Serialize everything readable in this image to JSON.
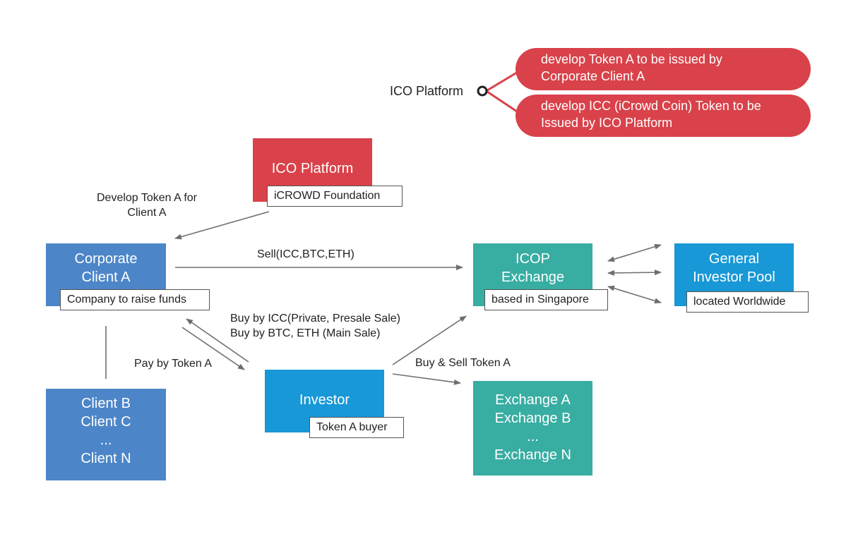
{
  "legend": {
    "label": "ICO Platform",
    "items": [
      [
        "develop Token A to be issued by",
        "Corporate Client A"
      ],
      [
        "develop ICC (iCrowd Coin) Token to be",
        "Issued by ICO Platform"
      ]
    ]
  },
  "ico_platform": {
    "title": "ICO Platform",
    "tag": "iCROWD Foundation"
  },
  "corporate": {
    "title": [
      "Corporate",
      "Client A"
    ],
    "tag": "Company to raise funds"
  },
  "clients": {
    "lines": [
      "Client B",
      "Client C",
      "...",
      "Client N"
    ]
  },
  "investor": {
    "title": "Investor",
    "tag": "Token A buyer"
  },
  "icop": {
    "title": [
      "ICOP",
      "Exchange"
    ],
    "tag": "based in Singapore"
  },
  "pool": {
    "title": [
      "General",
      "Investor Pool"
    ],
    "tag": "located Worldwide"
  },
  "exchanges": {
    "lines": [
      "Exchange A",
      "Exchange B",
      "...",
      "Exchange N"
    ]
  },
  "labels": {
    "develop": [
      "Develop Token A for",
      "Client A"
    ],
    "sell": "Sell(ICC,BTC,ETH)",
    "buy": [
      "Buy by ICC(Private, Presale Sale)",
      "Buy by BTC, ETH (Main Sale)"
    ],
    "pay": "Pay by Token A",
    "buysell": "Buy & Sell Token A"
  },
  "colors": {
    "red": "#d9424a",
    "blue": "#4d86c8",
    "sky": "#1898d6",
    "teal": "#38ada2",
    "arrow": "#6e6e6e"
  }
}
